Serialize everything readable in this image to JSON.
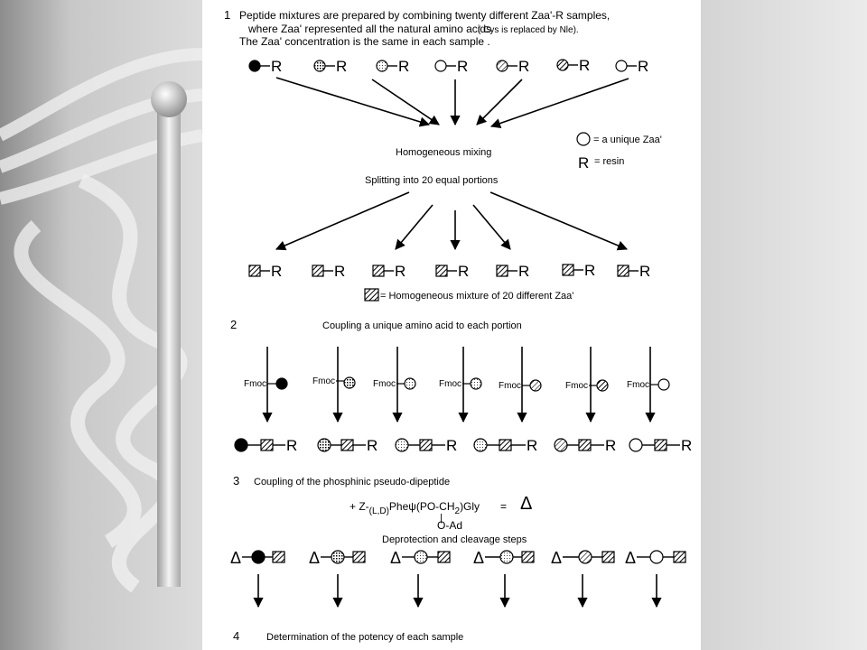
{
  "step1": {
    "number": "1",
    "line1": "Peptide mixtures are prepared by combining twenty different Zaa'-R samples,",
    "line2a": "where Zaa' represented all the natural amino acids",
    "line2b": "( Cys is replaced by Nle).",
    "line3": "The Zaa' concentration is the same in each sample ."
  },
  "resin": "R",
  "mixing": {
    "label": "Homogeneous mixing",
    "split": "Splitting into 20 equal portions"
  },
  "legend": {
    "circle": "= a unique Zaa'",
    "resin": "= resin",
    "mixture": "= Homogeneous mixture of 20 different Zaa'"
  },
  "step2": {
    "number": "2",
    "title": "Coupling a unique amino acid to each portion",
    "fmoc": "Fmoc"
  },
  "step3": {
    "number": "3",
    "title": "Coupling of the phosphinic pseudo-dipeptide",
    "formula": {
      "prefix": "+ Z-",
      "sub": "(L,D)",
      "phe": "Phe",
      "psi": "ψ",
      "po": "(PO-CH",
      "sub2": "2",
      "gly": ")Gly",
      "eq": "=",
      "delta": "Δ",
      "pipe": "|",
      "oad": "O-Ad"
    },
    "deprotection": "Deprotection and cleavage steps"
  },
  "step4": {
    "number": "4",
    "title": "Determination of the potency of each sample"
  }
}
